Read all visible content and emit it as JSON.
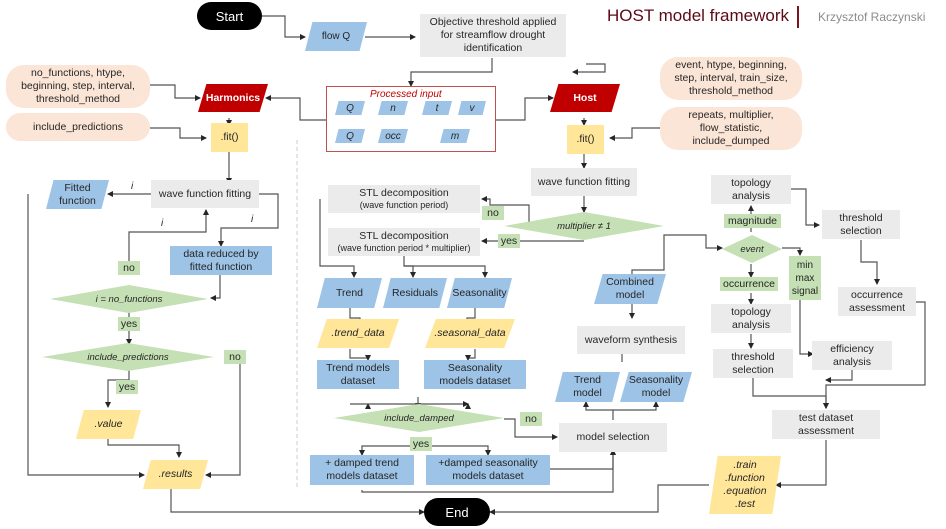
{
  "header": {
    "title": "HOST model framework",
    "author": "Krzysztof Raczynski"
  },
  "colors": {
    "title": "#5c0a16",
    "class_node": "#c00000",
    "data": "#9dc3e6",
    "process": "#ebebeb",
    "output": "#ffe699",
    "decision": "#c5e0b4",
    "parameters": "#fbe5d6",
    "terminal": "#000000"
  },
  "terminals": {
    "start": "Start",
    "end": "End"
  },
  "top": {
    "flow": "flow Q",
    "objective": "Objective threshold applied\nfor streamflow drought\nidentification"
  },
  "processed_input": {
    "title": "Processed input",
    "items": [
      "Q",
      "n",
      "t",
      "v",
      "Q",
      "occ",
      "m"
    ]
  },
  "harmonics": {
    "class_label": "Harmonics",
    "params_1": "no_functions, htype,\nbeginning, step, interval,\nthreshold_method",
    "params_2": "include_predictions",
    "fit": ".fit()",
    "wave_fitting": "wave function fitting",
    "fitted_function": "Fitted\nfunction",
    "data_reduced": "data reduced by\nfitted function",
    "iter_label": "i",
    "no_label": "no",
    "yes_label": "yes",
    "cond_1": "i = no_functions",
    "cond_2": "include_predictions",
    "no_label_2": "no",
    "yes_label_2": "yes",
    "value": ".value",
    "results": ".results"
  },
  "host": {
    "class_label": "Host",
    "params_1": "event, htype, beginning,\nstep, interval, train_size,\nthreshold_method",
    "params_2": "repeats, multiplier,\nflow_statistic,\ninclude_dumped",
    "fit": ".fit()",
    "wave_fitting": "wave function fitting",
    "cond_multiplier": "multiplier ≠ 1",
    "no_label": "no",
    "yes_label": "yes",
    "stl_1": "STL decomposition",
    "stl_1_sub": "(wave function period)",
    "stl_2": "STL decomposition",
    "stl_2_sub": "(wave function period * multiplier)",
    "trend": "Trend",
    "residuals": "Residuals",
    "seasonality": "Seasonality",
    "trend_data": ".trend_data",
    "seasonal_data": ".seasonal_data",
    "trend_models": "Trend models\ndataset",
    "seasonality_models": "Seasonality\nmodels dataset",
    "cond_damped": "include_damped",
    "damped_yes": "yes",
    "damped_no": "no",
    "damped_trend": "+ damped trend\nmodels dataset",
    "damped_seasonality": "+damped seasonality\nmodels dataset",
    "model_selection": "model selection",
    "trend_model": "Trend\nmodel",
    "seasonality_model": "Seasonality\nmodel",
    "waveform_synthesis": "waveform synthesis",
    "combined_model": "Combined\nmodel",
    "event": "event",
    "magnitude": "magnitude",
    "occurrence": "occurrence",
    "signal_options": "min\nmax\nsignal",
    "topology_1": "topology\nanalysis",
    "topology_2": "topology\nanalysis",
    "threshold_sel_1": "threshold\nselection",
    "threshold_sel_2": "threshold\nselection",
    "occurrence_assessment": "occurrence\nassessment",
    "efficiency_analysis": "efficiency\nanalysis",
    "test_assessment": "test dataset\nassessment",
    "outputs": ".train\n.function\n.equation\n.test"
  }
}
